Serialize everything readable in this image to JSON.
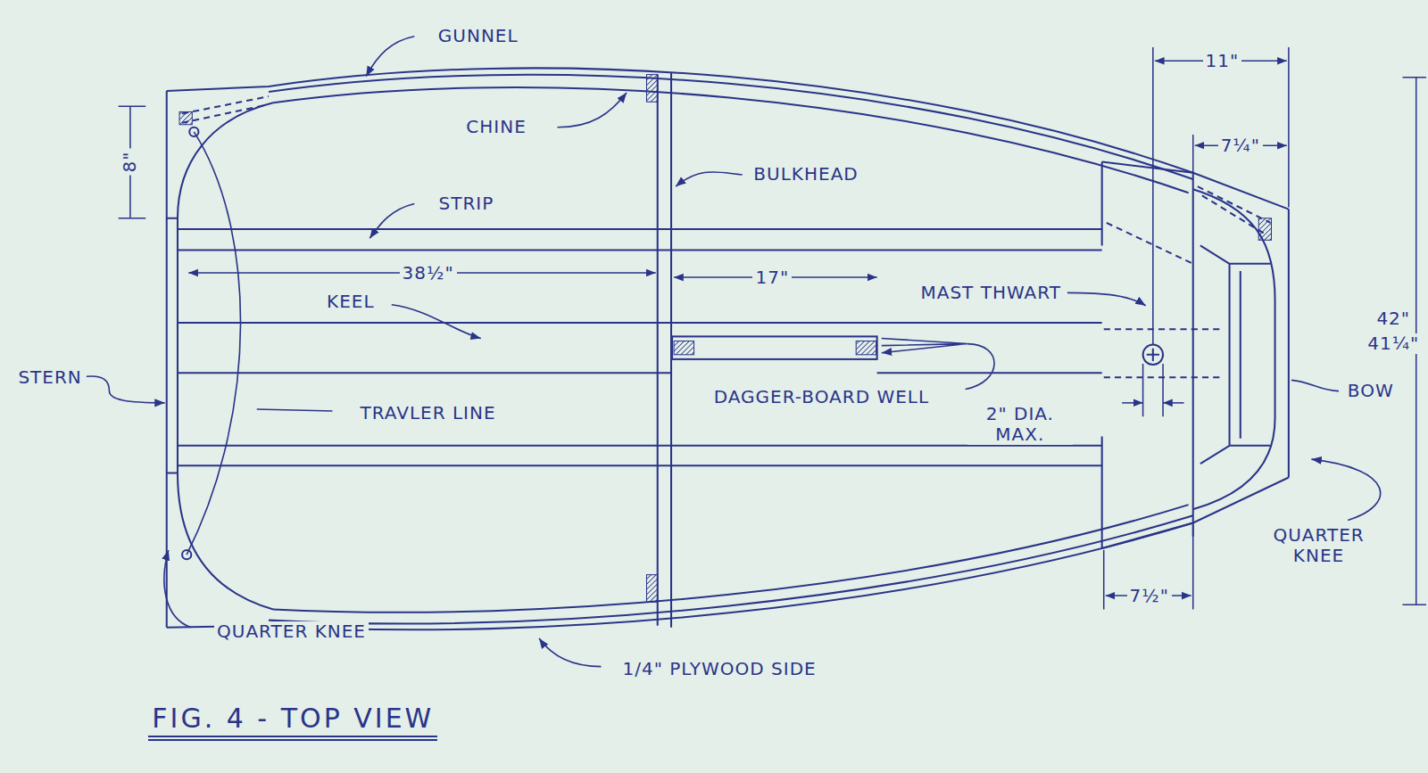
{
  "diagram": {
    "caption": "FIG. 4 - TOP VIEW",
    "labels": [
      "GUNNEL",
      "CHINE",
      "BULKHEAD",
      "STRIP",
      "38½\"",
      "KEEL",
      "17\"",
      "MAST THWART",
      "STERN",
      "TRAVLER LINE",
      "DAGGER-BOARD WELL",
      "2\" DIA. MAX.",
      "11\"",
      "7¼\"",
      "8\"",
      "7½\"",
      "BOW",
      "QUARTER KNEE",
      "QUARTER KNEE",
      "1/4\" PLYWOOD SIDE",
      "42\"",
      "41¼\""
    ]
  }
}
